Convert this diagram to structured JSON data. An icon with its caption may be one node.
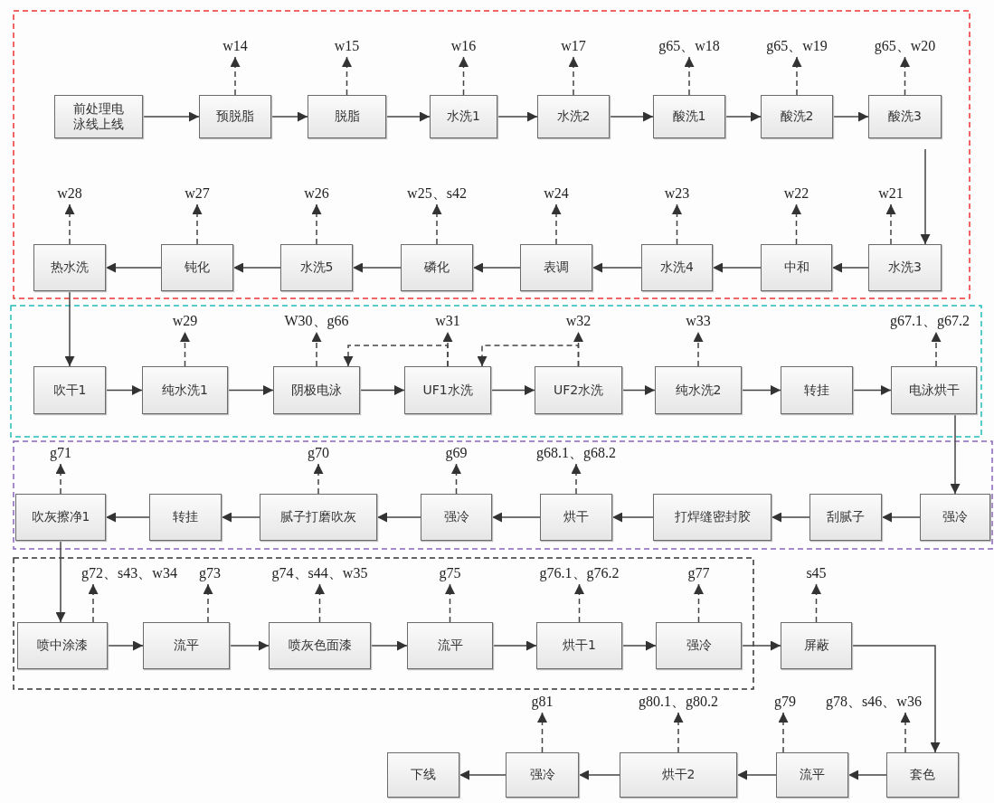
{
  "diagram": {
    "nodes": [
      {
        "text": [
          "前处理电泳线上线"
        ]
      },
      {
        "text": [
          "预脱脂"
        ]
      },
      {
        "text": [
          "脱脂"
        ]
      },
      {
        "text": [
          "水洗1"
        ]
      },
      {
        "text": [
          "水洗2"
        ]
      },
      {
        "text": [
          "酸洗1"
        ]
      },
      {
        "text": [
          "酸洗2"
        ]
      },
      {
        "text": [
          "酸洗3"
        ]
      },
      {
        "text": [
          "水洗3"
        ]
      },
      {
        "text": [
          "中和"
        ]
      },
      {
        "text": [
          "水洗4"
        ]
      },
      {
        "text": [
          "表调"
        ]
      },
      {
        "text": [
          "磷化"
        ]
      },
      {
        "text": [
          "水洗5"
        ]
      },
      {
        "text": [
          "钝化"
        ]
      },
      {
        "text": [
          "热水洗"
        ]
      },
      {
        "text": [
          "吹干1"
        ]
      },
      {
        "text": [
          "纯水洗1"
        ]
      },
      {
        "text": [
          "阴极电泳"
        ]
      },
      {
        "text": [
          "UF1水洗"
        ]
      },
      {
        "text": [
          "UF2水洗"
        ]
      },
      {
        "text": [
          "纯水洗2"
        ]
      },
      {
        "text": [
          "转挂"
        ]
      },
      {
        "text": [
          "电泳烘干"
        ]
      },
      {
        "text": [
          "强冷"
        ]
      },
      {
        "text": [
          "刮腻子"
        ]
      },
      {
        "text": [
          "打焊缝密封胶"
        ]
      },
      {
        "text": [
          "烘干"
        ]
      },
      {
        "text": [
          "强冷"
        ]
      },
      {
        "text": [
          "腻子打磨吹灰"
        ]
      },
      {
        "text": [
          "转挂"
        ]
      },
      {
        "text": [
          "吹灰擦净1"
        ]
      },
      {
        "text": [
          "喷中涂漆"
        ]
      },
      {
        "text": [
          "流平"
        ]
      },
      {
        "text": [
          "喷灰色面漆"
        ]
      },
      {
        "text": [
          "流平"
        ]
      },
      {
        "text": [
          "烘干1"
        ]
      },
      {
        "text": [
          "强冷"
        ]
      },
      {
        "text": [
          "屏蔽"
        ]
      },
      {
        "text": [
          "套色"
        ]
      },
      {
        "text": [
          "流平"
        ]
      },
      {
        "text": [
          "烘干2"
        ]
      },
      {
        "text": [
          "强冷"
        ]
      },
      {
        "text": [
          "下线"
        ]
      },
      {
        "text": [
          "w14"
        ]
      },
      {
        "text": [
          "w15"
        ]
      },
      {
        "text": [
          "w16"
        ]
      },
      {
        "text": [
          "w17"
        ]
      },
      {
        "text": [
          "g65、w18"
        ]
      },
      {
        "text": [
          "g65、w19"
        ]
      },
      {
        "text": [
          "g65、w20"
        ]
      },
      {
        "text": [
          "w28"
        ]
      },
      {
        "text": [
          "w27"
        ]
      },
      {
        "text": [
          "w26"
        ]
      },
      {
        "text": [
          "w25、s42"
        ]
      },
      {
        "text": [
          "w24"
        ]
      },
      {
        "text": [
          "w23"
        ]
      },
      {
        "text": [
          "w22"
        ]
      },
      {
        "text": [
          "w21"
        ]
      },
      {
        "text": [
          "w29"
        ]
      },
      {
        "text": [
          "W30、g66"
        ]
      },
      {
        "text": [
          "w31"
        ]
      },
      {
        "text": [
          "w32"
        ]
      },
      {
        "text": [
          "w33"
        ]
      },
      {
        "text": [
          "g67.1、g67.2"
        ]
      },
      {
        "text": [
          "g71"
        ]
      },
      {
        "text": [
          "g70"
        ]
      },
      {
        "text": [
          "g69"
        ]
      },
      {
        "text": [
          "g68.1、g68.2"
        ]
      },
      {
        "text": [
          "g72、s43、w34"
        ]
      },
      {
        "text": [
          "g73"
        ]
      },
      {
        "text": [
          "g74、s44、w35"
        ]
      },
      {
        "text": [
          "g75"
        ]
      },
      {
        "text": [
          "g76.1、g76.2"
        ]
      },
      {
        "text": [
          "g77"
        ]
      },
      {
        "text": [
          "s45"
        ]
      },
      {
        "text": [
          "g81"
        ]
      },
      {
        "text": [
          "g80.1、g80.2"
        ]
      },
      {
        "text": [
          "g79"
        ]
      },
      {
        "text": [
          "g78、s46、w36"
        ]
      }
    ],
    "edges": [
      {
        "from": 0,
        "to": 1,
        "arrow": "to"
      },
      {
        "from": 1,
        "to": 2,
        "arrow": "to"
      },
      {
        "from": 2,
        "to": 3,
        "arrow": "to"
      },
      {
        "from": 3,
        "to": 4,
        "arrow": "to"
      },
      {
        "from": 4,
        "to": 5,
        "arrow": "to"
      },
      {
        "from": 5,
        "to": 6,
        "arrow": "to"
      },
      {
        "from": 6,
        "to": 7,
        "arrow": "to"
      },
      {
        "from": 7,
        "to": 8,
        "arrow": "to"
      },
      {
        "from": 8,
        "to": 9,
        "arrow": "to"
      },
      {
        "from": 9,
        "to": 10,
        "arrow": "to"
      },
      {
        "from": 10,
        "to": 11,
        "arrow": "to"
      },
      {
        "from": 11,
        "to": 12,
        "arrow": "to"
      },
      {
        "from": 12,
        "to": 13,
        "arrow": "to"
      },
      {
        "from": 13,
        "to": 14,
        "arrow": "to"
      },
      {
        "from": 14,
        "to": 15,
        "arrow": "to"
      },
      {
        "from": 15,
        "to": 16,
        "arrow": "to"
      },
      {
        "from": 16,
        "to": 17,
        "arrow": "to"
      },
      {
        "from": 17,
        "to": 18,
        "arrow": "to"
      },
      {
        "from": 18,
        "to": 19,
        "arrow": "to"
      },
      {
        "from": 19,
        "to": 20,
        "arrow": "to"
      },
      {
        "from": 20,
        "to": 21,
        "arrow": "to"
      },
      {
        "from": 21,
        "to": 22,
        "arrow": "to"
      },
      {
        "from": 22,
        "to": 23,
        "arrow": "to"
      },
      {
        "from": 23,
        "to": 24,
        "arrow": "to"
      },
      {
        "from": 24,
        "to": 25,
        "arrow": "to"
      },
      {
        "from": 25,
        "to": 26,
        "arrow": "to"
      },
      {
        "from": 26,
        "to": 27,
        "arrow": "to"
      },
      {
        "from": 27,
        "to": 28,
        "arrow": "to"
      },
      {
        "from": 28,
        "to": 29,
        "arrow": "to"
      },
      {
        "from": 29,
        "to": 30,
        "arrow": "to"
      },
      {
        "from": 30,
        "to": 31,
        "arrow": "to"
      },
      {
        "from": 31,
        "to": 32,
        "arrow": "to"
      },
      {
        "from": 32,
        "to": 33,
        "arrow": "to"
      },
      {
        "from": 33,
        "to": 34,
        "arrow": "to"
      },
      {
        "from": 34,
        "to": 35,
        "arrow": "to"
      },
      {
        "from": 35,
        "to": 36,
        "arrow": "to"
      },
      {
        "from": 36,
        "to": 37,
        "arrow": "to"
      },
      {
        "from": 37,
        "to": 38,
        "arrow": "to"
      },
      {
        "from": 38,
        "to": 39,
        "arrow": "to"
      },
      {
        "from": 39,
        "to": 40,
        "arrow": "to"
      },
      {
        "from": 40,
        "to": 41,
        "arrow": "to"
      },
      {
        "from": 41,
        "to": 42,
        "arrow": "to"
      },
      {
        "from": 42,
        "to": 43,
        "arrow": "to"
      },
      {
        "from": 19,
        "to": 18,
        "arrow": "to",
        "style": "dashed"
      },
      {
        "from": 20,
        "to": 19,
        "arrow": "to",
        "style": "dashed"
      },
      {
        "from": 1,
        "to": 44,
        "arrow": "to",
        "style": "dashed"
      },
      {
        "from": 2,
        "to": 45,
        "arrow": "to",
        "style": "dashed"
      },
      {
        "from": 3,
        "to": 46,
        "arrow": "to",
        "style": "dashed"
      },
      {
        "from": 4,
        "to": 47,
        "arrow": "to",
        "style": "dashed"
      },
      {
        "from": 5,
        "to": 48,
        "arrow": "to",
        "style": "dashed"
      },
      {
        "from": 6,
        "to": 49,
        "arrow": "to",
        "style": "dashed"
      },
      {
        "from": 7,
        "to": 50,
        "arrow": "to",
        "style": "dashed"
      },
      {
        "from": 15,
        "to": 51,
        "arrow": "to",
        "style": "dashed"
      },
      {
        "from": 14,
        "to": 52,
        "arrow": "to",
        "style": "dashed"
      },
      {
        "from": 13,
        "to": 53,
        "arrow": "to",
        "style": "dashed"
      },
      {
        "from": 12,
        "to": 54,
        "arrow": "to",
        "style": "dashed"
      },
      {
        "from": 11,
        "to": 55,
        "arrow": "to",
        "style": "dashed"
      },
      {
        "from": 10,
        "to": 56,
        "arrow": "to",
        "style": "dashed"
      },
      {
        "from": 9,
        "to": 57,
        "arrow": "to",
        "style": "dashed"
      },
      {
        "from": 8,
        "to": 58,
        "arrow": "to",
        "style": "dashed"
      },
      {
        "from": 17,
        "to": 59,
        "arrow": "to",
        "style": "dashed"
      },
      {
        "from": 18,
        "to": 60,
        "arrow": "to",
        "style": "dashed"
      },
      {
        "from": 19,
        "to": 61,
        "arrow": "to",
        "style": "dashed"
      },
      {
        "from": 20,
        "to": 62,
        "arrow": "to",
        "style": "dashed"
      },
      {
        "from": 21,
        "to": 63,
        "arrow": "to",
        "style": "dashed"
      },
      {
        "from": 23,
        "to": 64,
        "arrow": "to",
        "style": "dashed"
      },
      {
        "from": 31,
        "to": 65,
        "arrow": "to",
        "style": "dashed"
      },
      {
        "from": 29,
        "to": 66,
        "arrow": "to",
        "style": "dashed"
      },
      {
        "from": 28,
        "to": 67,
        "arrow": "to",
        "style": "dashed"
      },
      {
        "from": 27,
        "to": 68,
        "arrow": "to",
        "style": "dashed"
      },
      {
        "from": 32,
        "to": 69,
        "arrow": "to",
        "style": "dashed"
      },
      {
        "from": 33,
        "to": 70,
        "arrow": "to",
        "style": "dashed"
      },
      {
        "from": 34,
        "to": 71,
        "arrow": "to",
        "style": "dashed"
      },
      {
        "from": 35,
        "to": 72,
        "arrow": "to",
        "style": "dashed"
      },
      {
        "from": 36,
        "to": 73,
        "arrow": "to",
        "style": "dashed"
      },
      {
        "from": 37,
        "to": 74,
        "arrow": "to",
        "style": "dashed"
      },
      {
        "from": 38,
        "to": 75,
        "arrow": "to",
        "style": "dashed"
      },
      {
        "from": 42,
        "to": 76,
        "arrow": "to",
        "style": "dashed"
      },
      {
        "from": 41,
        "to": 77,
        "arrow": "to",
        "style": "dashed"
      },
      {
        "from": 40,
        "to": 78,
        "arrow": "to",
        "style": "dashed"
      },
      {
        "from": 39,
        "to": 79,
        "arrow": "to",
        "style": "dashed"
      }
    ]
  }
}
